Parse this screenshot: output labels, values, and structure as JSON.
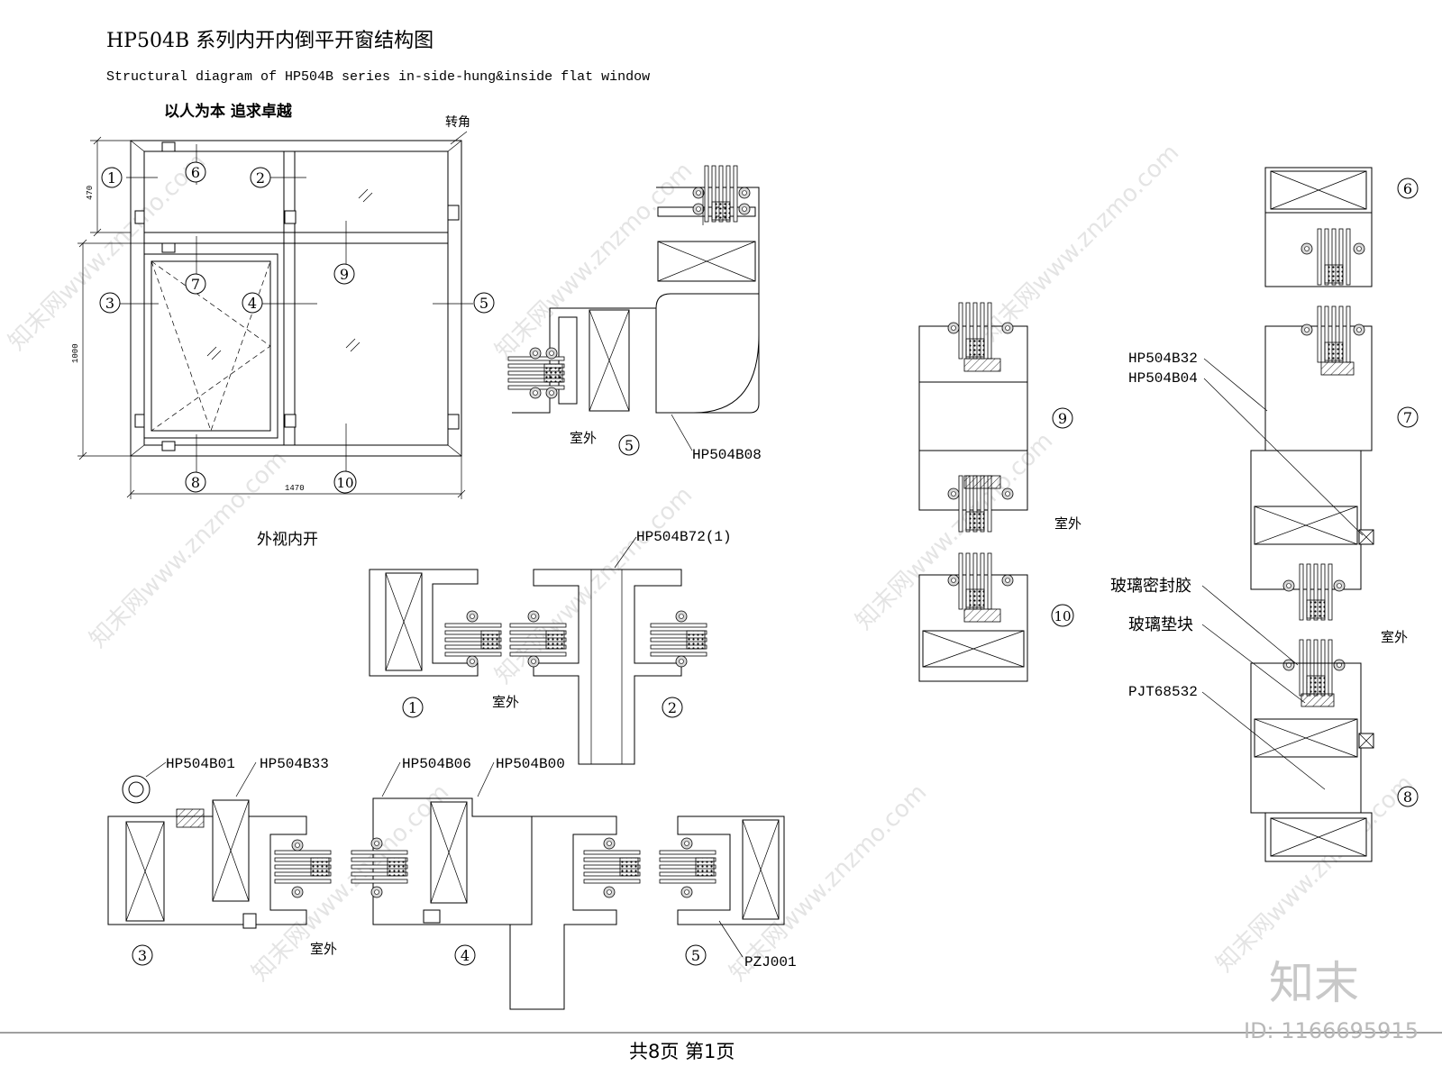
{
  "title_cn": "HP504B  系列内开内倒平开窗结构图",
  "title_en": "Structural diagram of HP504B series in-side-hung&inside flat window",
  "slogan": "以人为本 追求卓越",
  "corner_label": "转角",
  "elevation_caption": "外视内开",
  "dims": {
    "top_height": "470",
    "lower_height": "1000",
    "width": "1470"
  },
  "outdoor": "室外",
  "sections": [
    "1",
    "2",
    "3",
    "4",
    "5",
    "6",
    "7",
    "8",
    "9",
    "10"
  ],
  "parts": {
    "b08": "HP504B08",
    "b72": "HP504B72(1)",
    "b01": "HP504B01",
    "b33": "HP504B33",
    "b06": "HP504B06",
    "b00": "HP504B00",
    "pzj": "PZJ001",
    "b32": "HP504B32",
    "b04": "HP504B04",
    "sealant": "玻璃密封胶",
    "block": "玻璃垫块",
    "pjt": "PJT68532"
  },
  "footer": "共8页    第1页",
  "watermark": {
    "brand": "知末",
    "id": "ID: 1166695915",
    "site": "知末网www.znzmo.com"
  }
}
